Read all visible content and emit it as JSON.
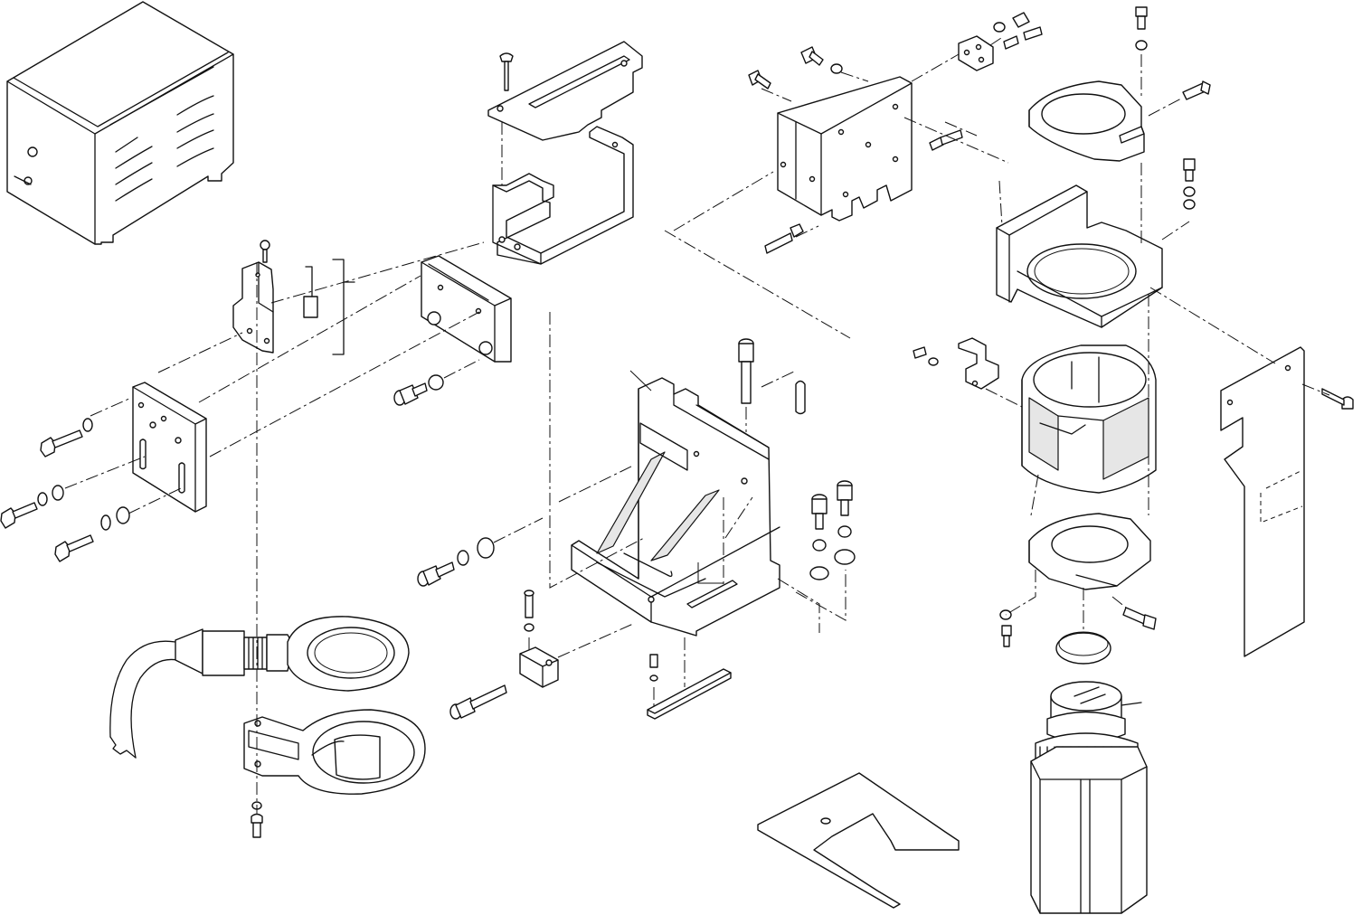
{
  "diagram": {
    "type": "exploded-assembly-line-drawing",
    "colors": {
      "ink": "#111111",
      "paper": "#ffffff",
      "shade": "#e6e6e6"
    },
    "parts": [
      "power-supply-box",
      "top-cover-plate",
      "mounting-bracket",
      "spacer-block",
      "switch-bracket",
      "adapter-plate",
      "angle-bracket-base",
      "clamp-block",
      "ring-light",
      "ring-light-holder",
      "camera-mount-plate",
      "lens-clamp-ring-top",
      "camera-frame-bracket",
      "optical-cube",
      "lens-clamp-ring-bottom",
      "filter-ring",
      "camera-lens",
      "camera-body",
      "side-cover-plate",
      "base-cover-plate",
      "slide-rail"
    ]
  }
}
